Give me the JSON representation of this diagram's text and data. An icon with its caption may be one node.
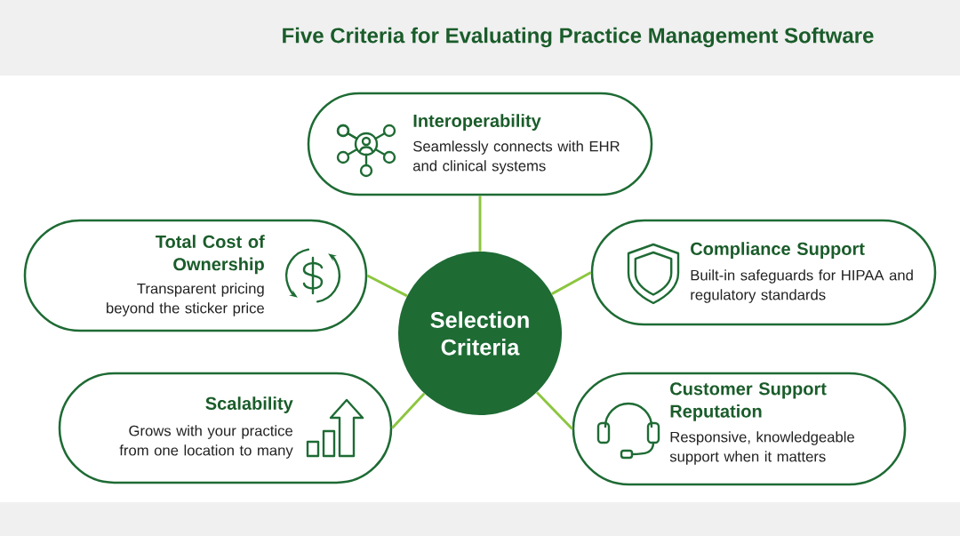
{
  "diagram": {
    "title": "Five Criteria for Evaluating Practice Management Software",
    "nodes": [
      {
        "text": [
          "Interoperability",
          "Seamlessly connects with EHR and clinical systems"
        ]
      },
      {
        "text": [
          "Total Cost of Ownership",
          "Transparent pricing beyond the sticker price"
        ]
      },
      {
        "text": [
          "Compliance Support",
          "Built-in safeguards for HIPAA and regulatory standards"
        ]
      },
      {
        "text": [
          "Selection Criteria"
        ]
      },
      {
        "text": [
          "Scalability",
          "Grows with your practice from one location to many"
        ]
      },
      {
        "text": [
          "Customer Support Reputation",
          "Responsive, knowledgeable support when it matters"
        ]
      }
    ],
    "edges": [
      {
        "from": 3,
        "to": 0,
        "arrow": "none"
      },
      {
        "from": 3,
        "to": 1,
        "arrow": "none"
      },
      {
        "from": 3,
        "to": 2,
        "arrow": "none"
      },
      {
        "from": 3,
        "to": 4,
        "arrow": "none"
      },
      {
        "from": 3,
        "to": 5,
        "arrow": "none"
      }
    ]
  }
}
